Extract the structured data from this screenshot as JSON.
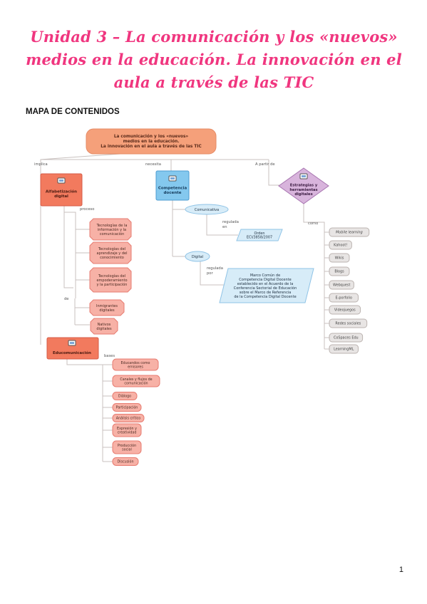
{
  "page": {
    "title": "Unidad 3 – La comunicación y los «nuevos» medios en la educación. La innovación en el aula a través de las TIC",
    "section": "MAPA DE CONTENIDOS",
    "page_number": "1"
  },
  "map": {
    "root": [
      "La comunicación y los «nuevos»",
      "medios en la educación.",
      "La innovación en el aula a través de las TIC"
    ],
    "link_implica": "implica",
    "link_necesita": "necesita",
    "link_apartir": "A partir de",
    "alfabetizacion": [
      "Alfabetización",
      "digital"
    ],
    "link_proceso": "proceso",
    "tecnologias": [
      [
        "Tecnologías de la",
        "información y la",
        "comunicación"
      ],
      [
        "Tecnologías del",
        "aprendizaje y del",
        "conocimiento"
      ],
      [
        "Tecnologías del",
        "empoderamiento",
        "y la participación"
      ]
    ],
    "link_de": "de",
    "inmigrantes": [
      "Inmigrantes",
      "digitales"
    ],
    "nativos": [
      "Nativos",
      "digitales"
    ],
    "educomunicacion": "Educomunicación",
    "link_bases": "bases",
    "bases": [
      [
        "Educandos como",
        "emisores"
      ],
      [
        "Canales y flujos de",
        "comunicación"
      ],
      [
        "Diálogo"
      ],
      [
        "Participación"
      ],
      [
        "Análisis crítico"
      ],
      [
        "Expresión y",
        "creatividad"
      ],
      [
        "Producción",
        "social"
      ],
      [
        "Discusión"
      ]
    ],
    "competencia": [
      "Competencia",
      "docente"
    ],
    "comunicativa": "Comunicativa",
    "link_regulada_en": [
      "regulada",
      "en"
    ],
    "orden": [
      "Orden",
      "ECI/3858/2007"
    ],
    "digital": "Digital",
    "link_regulada_por": [
      "regulada",
      "por"
    ],
    "marco": [
      "Marco Común de",
      "Competencia Digital Docente",
      "establecido en el Acuerdo de la",
      "Conferencia Sectorial de Educación",
      "sobre el Marco de Referencia",
      "de la Competencia Digital Docente"
    ],
    "estrategias": [
      "Estrategias y",
      "herramientas",
      "digitales"
    ],
    "link_como": "como",
    "herramientas": [
      "Mobile learning",
      "Kahoot!",
      "Wikis",
      "Blogs",
      "Webquest",
      "E-porfolio",
      "Videojuegos",
      "Redes sociales",
      "CoSpaces Edu",
      "LearningML"
    ],
    "colors": {
      "title": "#f0367f",
      "root_fill": "#f5a07a",
      "alfa_fill": "#f27a5e",
      "salmon_fill": "#f7b1a6",
      "salmon_stroke": "#e77b70",
      "blue_fill": "#84c8ee",
      "lightblue_fill": "#d7ecf8",
      "lightblue_stroke": "#8fc3e6",
      "purple_fill": "#d8b4dc",
      "gray_fill": "#e8e5e4",
      "line": "#c9c1bf"
    }
  }
}
